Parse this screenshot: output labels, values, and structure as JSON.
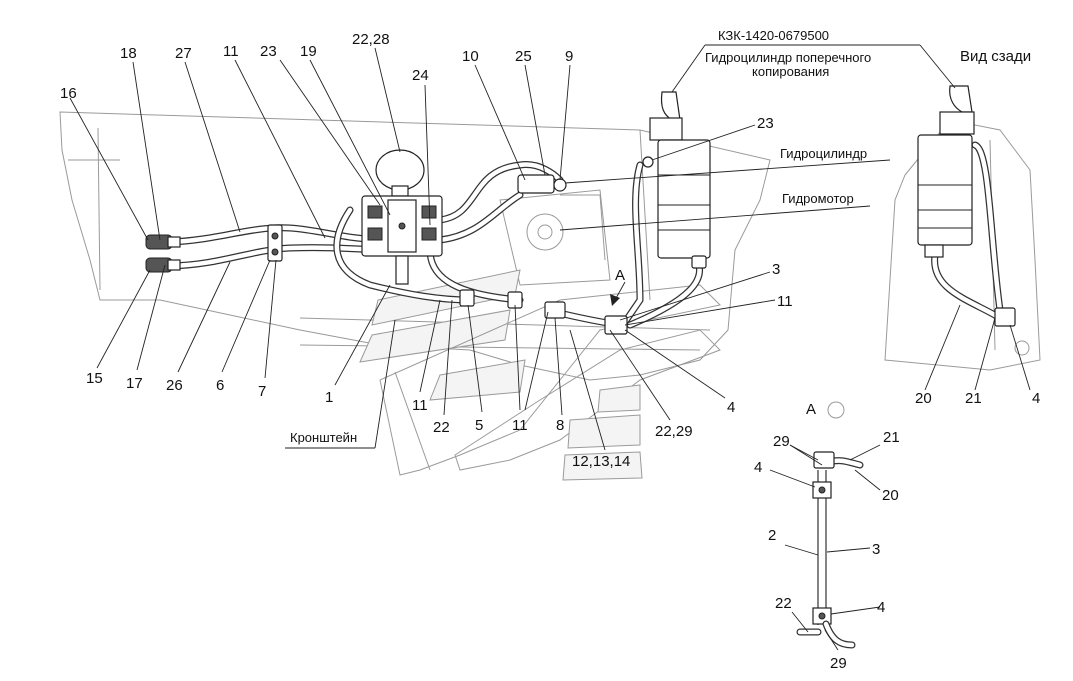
{
  "labels": {
    "top": [
      "18",
      "27",
      "11",
      "23",
      "19",
      "22,28",
      "24",
      "10",
      "25",
      "9"
    ],
    "left": [
      "16",
      "15",
      "17",
      "26",
      "6",
      "7"
    ],
    "bottom": [
      "1",
      "11",
      "22",
      "5",
      "11",
      "8",
      "22,29",
      "12,13,14",
      "4"
    ],
    "right_main": [
      "23",
      "3",
      "11"
    ],
    "rear": [
      "20",
      "21",
      "4"
    ],
    "view_a": [
      "29",
      "21",
      "4",
      "20",
      "2",
      "3",
      "22",
      "4",
      "29"
    ]
  },
  "texts": {
    "part_number": "КЗК-1420-0679500",
    "cross_cylinder": "Гидроцилиндр поперечного",
    "cross_cylinder_2": "копирования",
    "rear_view": "Вид сзади",
    "cylinder": "Гидроцилиндр",
    "motor": "Гидромотор",
    "bracket": "Кронштейн",
    "view_a": "А",
    "arrow_a": "А"
  }
}
